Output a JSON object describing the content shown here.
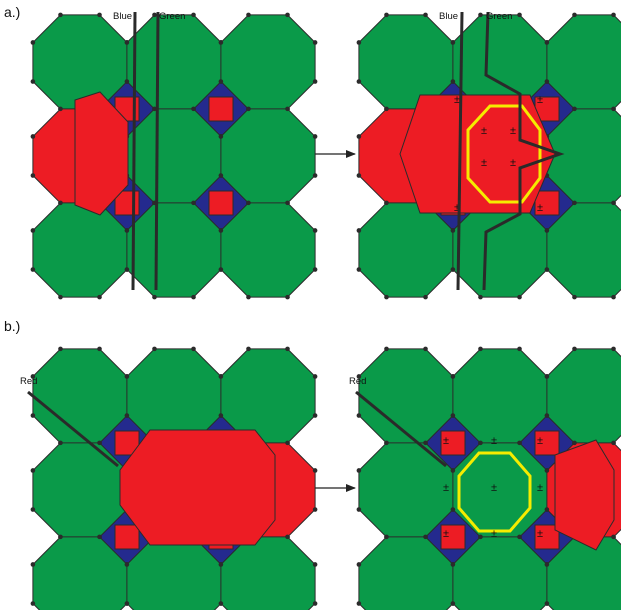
{
  "panels": [
    {
      "label": "a.)",
      "lines": [
        "Blue",
        "Green"
      ]
    },
    {
      "label": "b.)",
      "lines": [
        "Red"
      ]
    }
  ],
  "pm_symbol": "±",
  "colors": {
    "green": "#0a9a49",
    "red": "#ed1c24",
    "blue": "#242a8e",
    "edge": "#2b2b2b",
    "highlight": "#f5ec00"
  }
}
